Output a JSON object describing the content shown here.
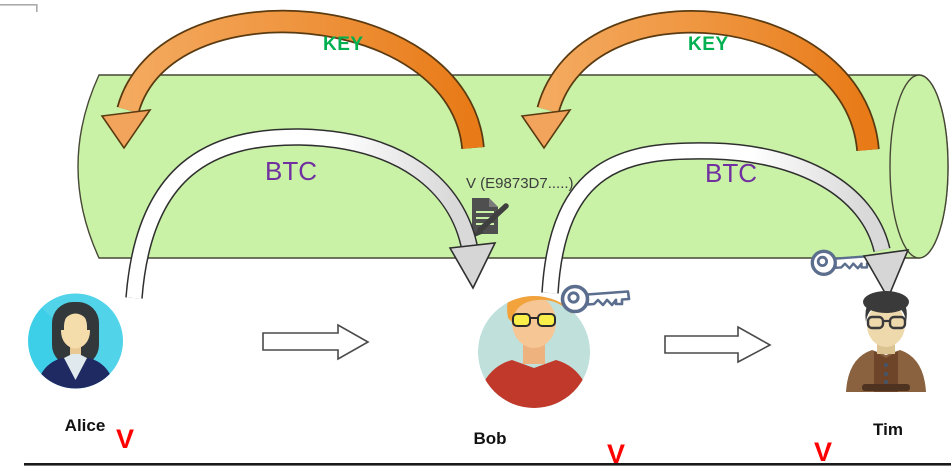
{
  "labels": {
    "key_left": "KEY",
    "key_right": "KEY",
    "btc_left": "BTC",
    "btc_right": "BTC",
    "signature": "V (E9873D7.....)"
  },
  "actors": [
    {
      "name": "Alice",
      "verify": "V"
    },
    {
      "name": "Bob",
      "verify": "V"
    },
    {
      "name": "Tim",
      "verify": "V"
    }
  ],
  "colors": {
    "cylinder_fill": "#C9F2A6",
    "key_arrow_orange": "#E8821E",
    "key_label_green": "#00B050",
    "btc_label_purple": "#7030A0",
    "btc_arrow_gray": "#D9D9D9",
    "verify_red": "#FF0000",
    "key_icon_slate": "#5B6E8E"
  },
  "icons": {
    "key": "key-icon",
    "signed_document": "signed-document-icon",
    "flow_arrow": "block-arrow-right-icon"
  }
}
